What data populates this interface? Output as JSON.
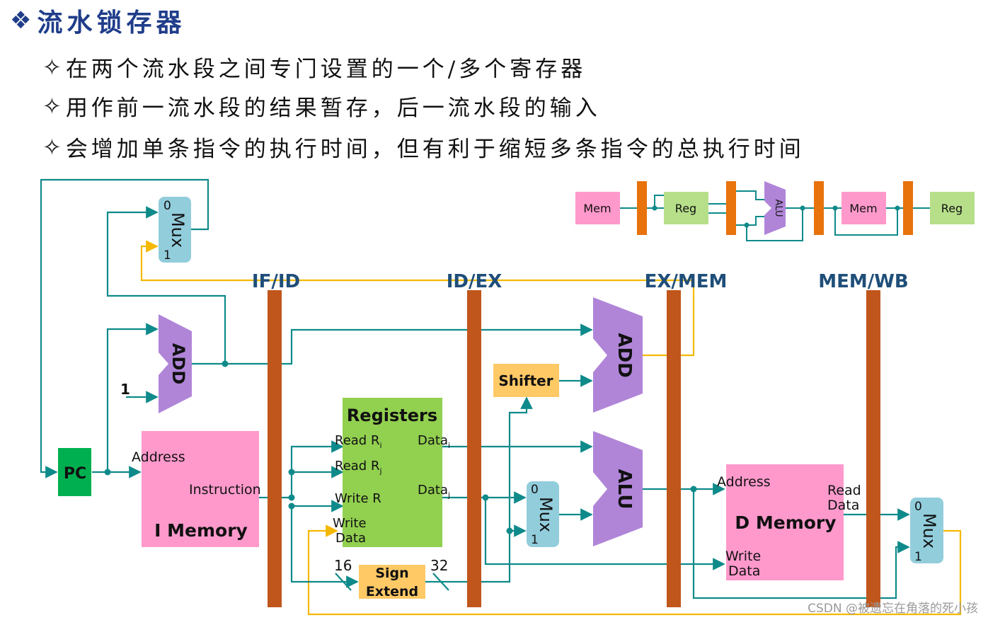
{
  "header": {
    "title": "流水锁存器"
  },
  "bullets": [
    "在两个流水段之间专门设置的一个/多个寄存器",
    "用作前一流水段的结果暂存，后一流水段的输入",
    "会增加单条指令的执行时间，但有利于缩短多条指令的总执行时间"
  ],
  "stages": {
    "ifid": "IF/ID",
    "idex": "ID/EX",
    "exmem": "EX/MEM",
    "memwb": "MEM/WB"
  },
  "blocks": {
    "pc": "PC",
    "imem": {
      "title": "I Memory",
      "address": "Address",
      "instruction": "Instruction"
    },
    "regs": {
      "title": "Registers",
      "read_ri": "Read R",
      "read_rj": "Read R",
      "sub_i": "i",
      "sub_j": "j",
      "write_r": "Write R",
      "write_data_1": "Write",
      "write_data_2": "Data",
      "data_out": "Data"
    },
    "sign_extend": {
      "line1": "Sign",
      "line2": "Extend",
      "in_bits": "16",
      "out_bits": "32"
    },
    "shifter": "Shifter",
    "add": "ADD",
    "alu": "ALU",
    "mux": {
      "label": "Mux",
      "zero": "0",
      "one": "1"
    },
    "const_one": "1",
    "dmem": {
      "title": "D Memory",
      "address": "Address",
      "read_1": "Read",
      "read_2": "Data",
      "write_1": "Write",
      "write_2": "Data"
    }
  },
  "inset": {
    "mem1": "Mem",
    "reg1": "Reg",
    "alu": "ALU",
    "mem2": "Mem",
    "reg2": "Reg"
  },
  "watermark": "CSDN @被遗忘在角落的死小孩",
  "colors": {
    "heading": "#1f3d8a",
    "wire": "#0f8a8a",
    "control": "#f5b800",
    "latch": "#c0561c",
    "pc": "#00b050",
    "imem": "#ff99cc",
    "regs": "#92d050",
    "mux": "#92cddc",
    "alu": "#b085d8",
    "shifter": "#ffc966",
    "stage_label": "#1f4e79"
  }
}
